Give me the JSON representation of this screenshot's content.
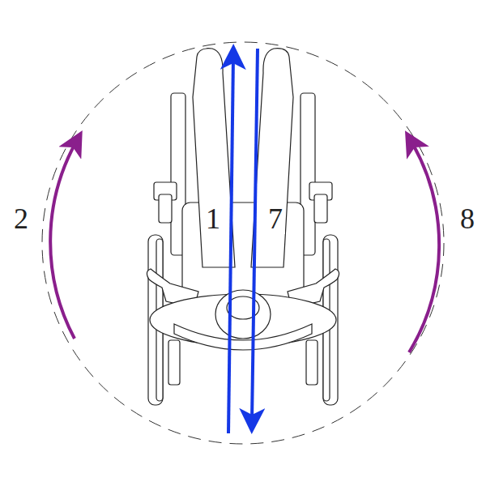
{
  "diagram": {
    "labels": [
      "2",
      "1",
      "7",
      "8"
    ]
  }
}
